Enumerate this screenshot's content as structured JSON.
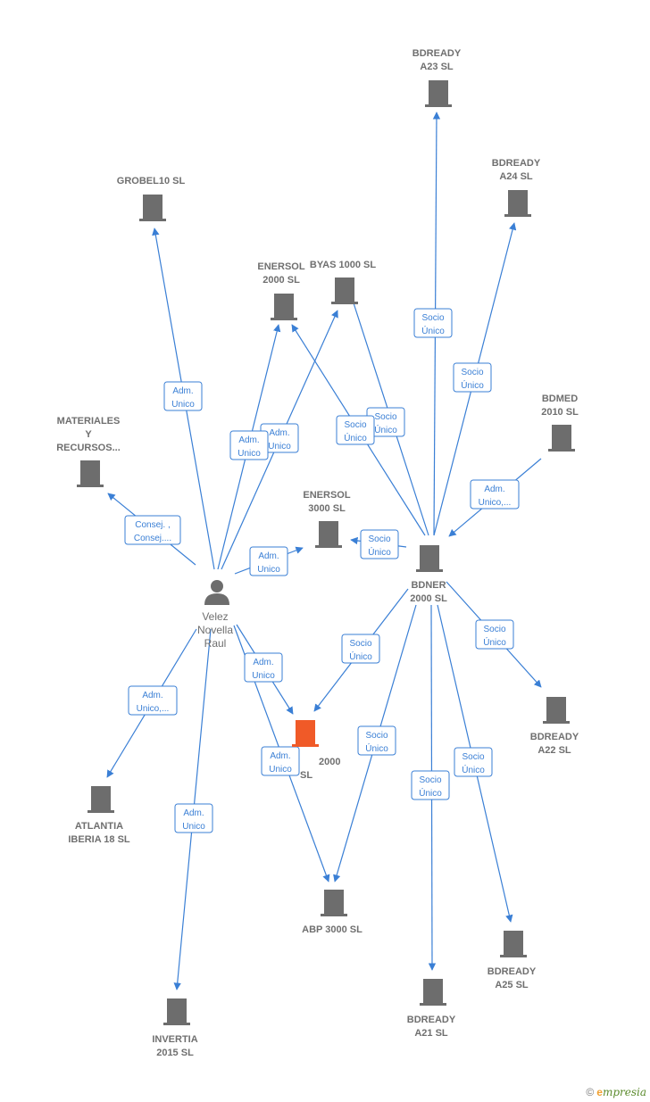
{
  "person": {
    "lines": [
      "Velez",
      "Novella",
      "Raul"
    ]
  },
  "companies": {
    "bdready_a23": [
      "BDREADY",
      "A23  SL"
    ],
    "bdready_a24": [
      "BDREADY",
      "A24  SL"
    ],
    "grobel10": [
      "GROBEL10 SL"
    ],
    "enersol2000": [
      "ENERSOL",
      "2000  SL"
    ],
    "byas1000": [
      "BYAS 1000  SL"
    ],
    "bdmed2010": [
      "BDMED",
      "2010  SL"
    ],
    "materiales": [
      "MATERIALES",
      "Y",
      "RECURSOS..."
    ],
    "enersol3000": [
      "ENERSOL",
      "3000  SL"
    ],
    "bdner2000": [
      "BDNER",
      "2000  SL"
    ],
    "main": [
      "2000",
      "SL"
    ],
    "bdready_a22": [
      "BDREADY",
      "A22  SL"
    ],
    "atlantia": [
      "ATLANTIA",
      "IBERIA 18  SL"
    ],
    "abp3000": [
      "ABP 3000  SL"
    ],
    "bdready_a25": [
      "BDREADY",
      "A25  SL"
    ],
    "bdready_a21": [
      "BDREADY",
      "A21  SL"
    ],
    "invertia": [
      "INVERTIA",
      "2015  SL"
    ]
  },
  "relations": {
    "r1": [
      "Socio",
      "Único"
    ],
    "r2": [
      "Socio",
      "Único"
    ],
    "r3": [
      "Adm.",
      "Unico"
    ],
    "r4": [
      "Adm.",
      "Unico"
    ],
    "r5": [
      "Adm.",
      "Unico"
    ],
    "r6": [
      "Socio",
      "Único"
    ],
    "r7": [
      "Socio",
      "Único"
    ],
    "r8": [
      "Adm.",
      "Unico,..."
    ],
    "r9": [
      "Consej. ,",
      "Consej...."
    ],
    "r10": [
      "Adm.",
      "Unico"
    ],
    "r11": [
      "Socio",
      "Único"
    ],
    "r12": [
      "Socio",
      "Único"
    ],
    "r13": [
      "Socio",
      "Único"
    ],
    "r14": [
      "Adm.",
      "Unico"
    ],
    "r15": [
      "Adm.",
      "Unico,..."
    ],
    "r16": [
      "Socio",
      "Único"
    ],
    "r17": [
      "Adm.",
      "Unico"
    ],
    "r18": [
      "Socio",
      "Único"
    ],
    "r19": [
      "Socio",
      "Único"
    ],
    "r20": [
      "Adm.",
      "Unico"
    ]
  },
  "footer": {
    "copyright": "©",
    "brand_initial": "e",
    "brand_rest": "mpresia"
  },
  "colors": {
    "edge": "#3a7fd5",
    "building": "#6d6d6d",
    "highlight": "#f05a28",
    "label": "#6f6f6f"
  }
}
